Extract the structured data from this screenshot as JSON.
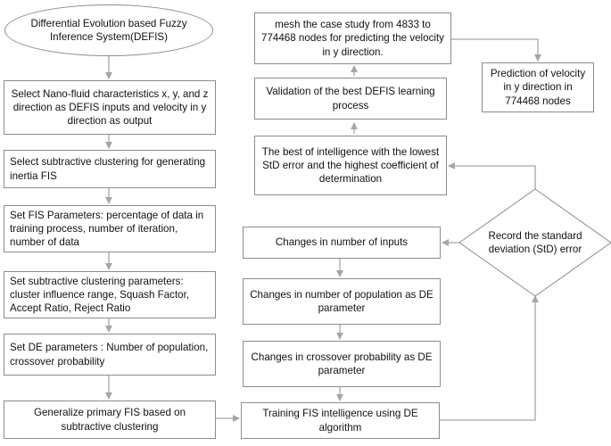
{
  "nodes": {
    "start": "Differential Evolution based Fuzzy Inference System(DEFIS)",
    "select_inputs": "Select Nano-fluid characteristics x, y, and z direction as DEFIS inputs and velocity in y direction as output",
    "select_subtractive": "Select subtractive clustering for generating inertia FIS",
    "set_fis_params": "Set FIS Parameters: percentage of data in training process, number of iteration, number of data",
    "set_subtractive_params": "Set subtractive  clustering  parameters: cluster influence range, Squash Factor, Accept Ratio, Reject Ratio",
    "set_de_params": "Set DE parameters : Number of population, crossover probability",
    "generalize_fis": "Generalize primary FIS based on subtractive  clustering",
    "training_fis": "Training FIS intelligence using DE algorithm",
    "changes_crossover": "Changes in crossover probability as DE parameter",
    "changes_population": "Changes in number of population as DE parameter",
    "changes_inputs": "Changes in number of inputs",
    "record_std": "Record the standard deviation (StD) error",
    "best_intelligence": "The best of intelligence with the lowest StD error and the highest coefficient of determination",
    "validation": "Validation of the best DEFIS learning process",
    "mesh": "mesh the case study from 4833 to 774468 nodes for predicting the velocity in y direction.",
    "prediction": "Prediction of velocity in y direction in 774468 nodes"
  },
  "colors": {
    "border": "#8c8c8c",
    "arrow": "#a6a6a6",
    "text": "#111111"
  }
}
